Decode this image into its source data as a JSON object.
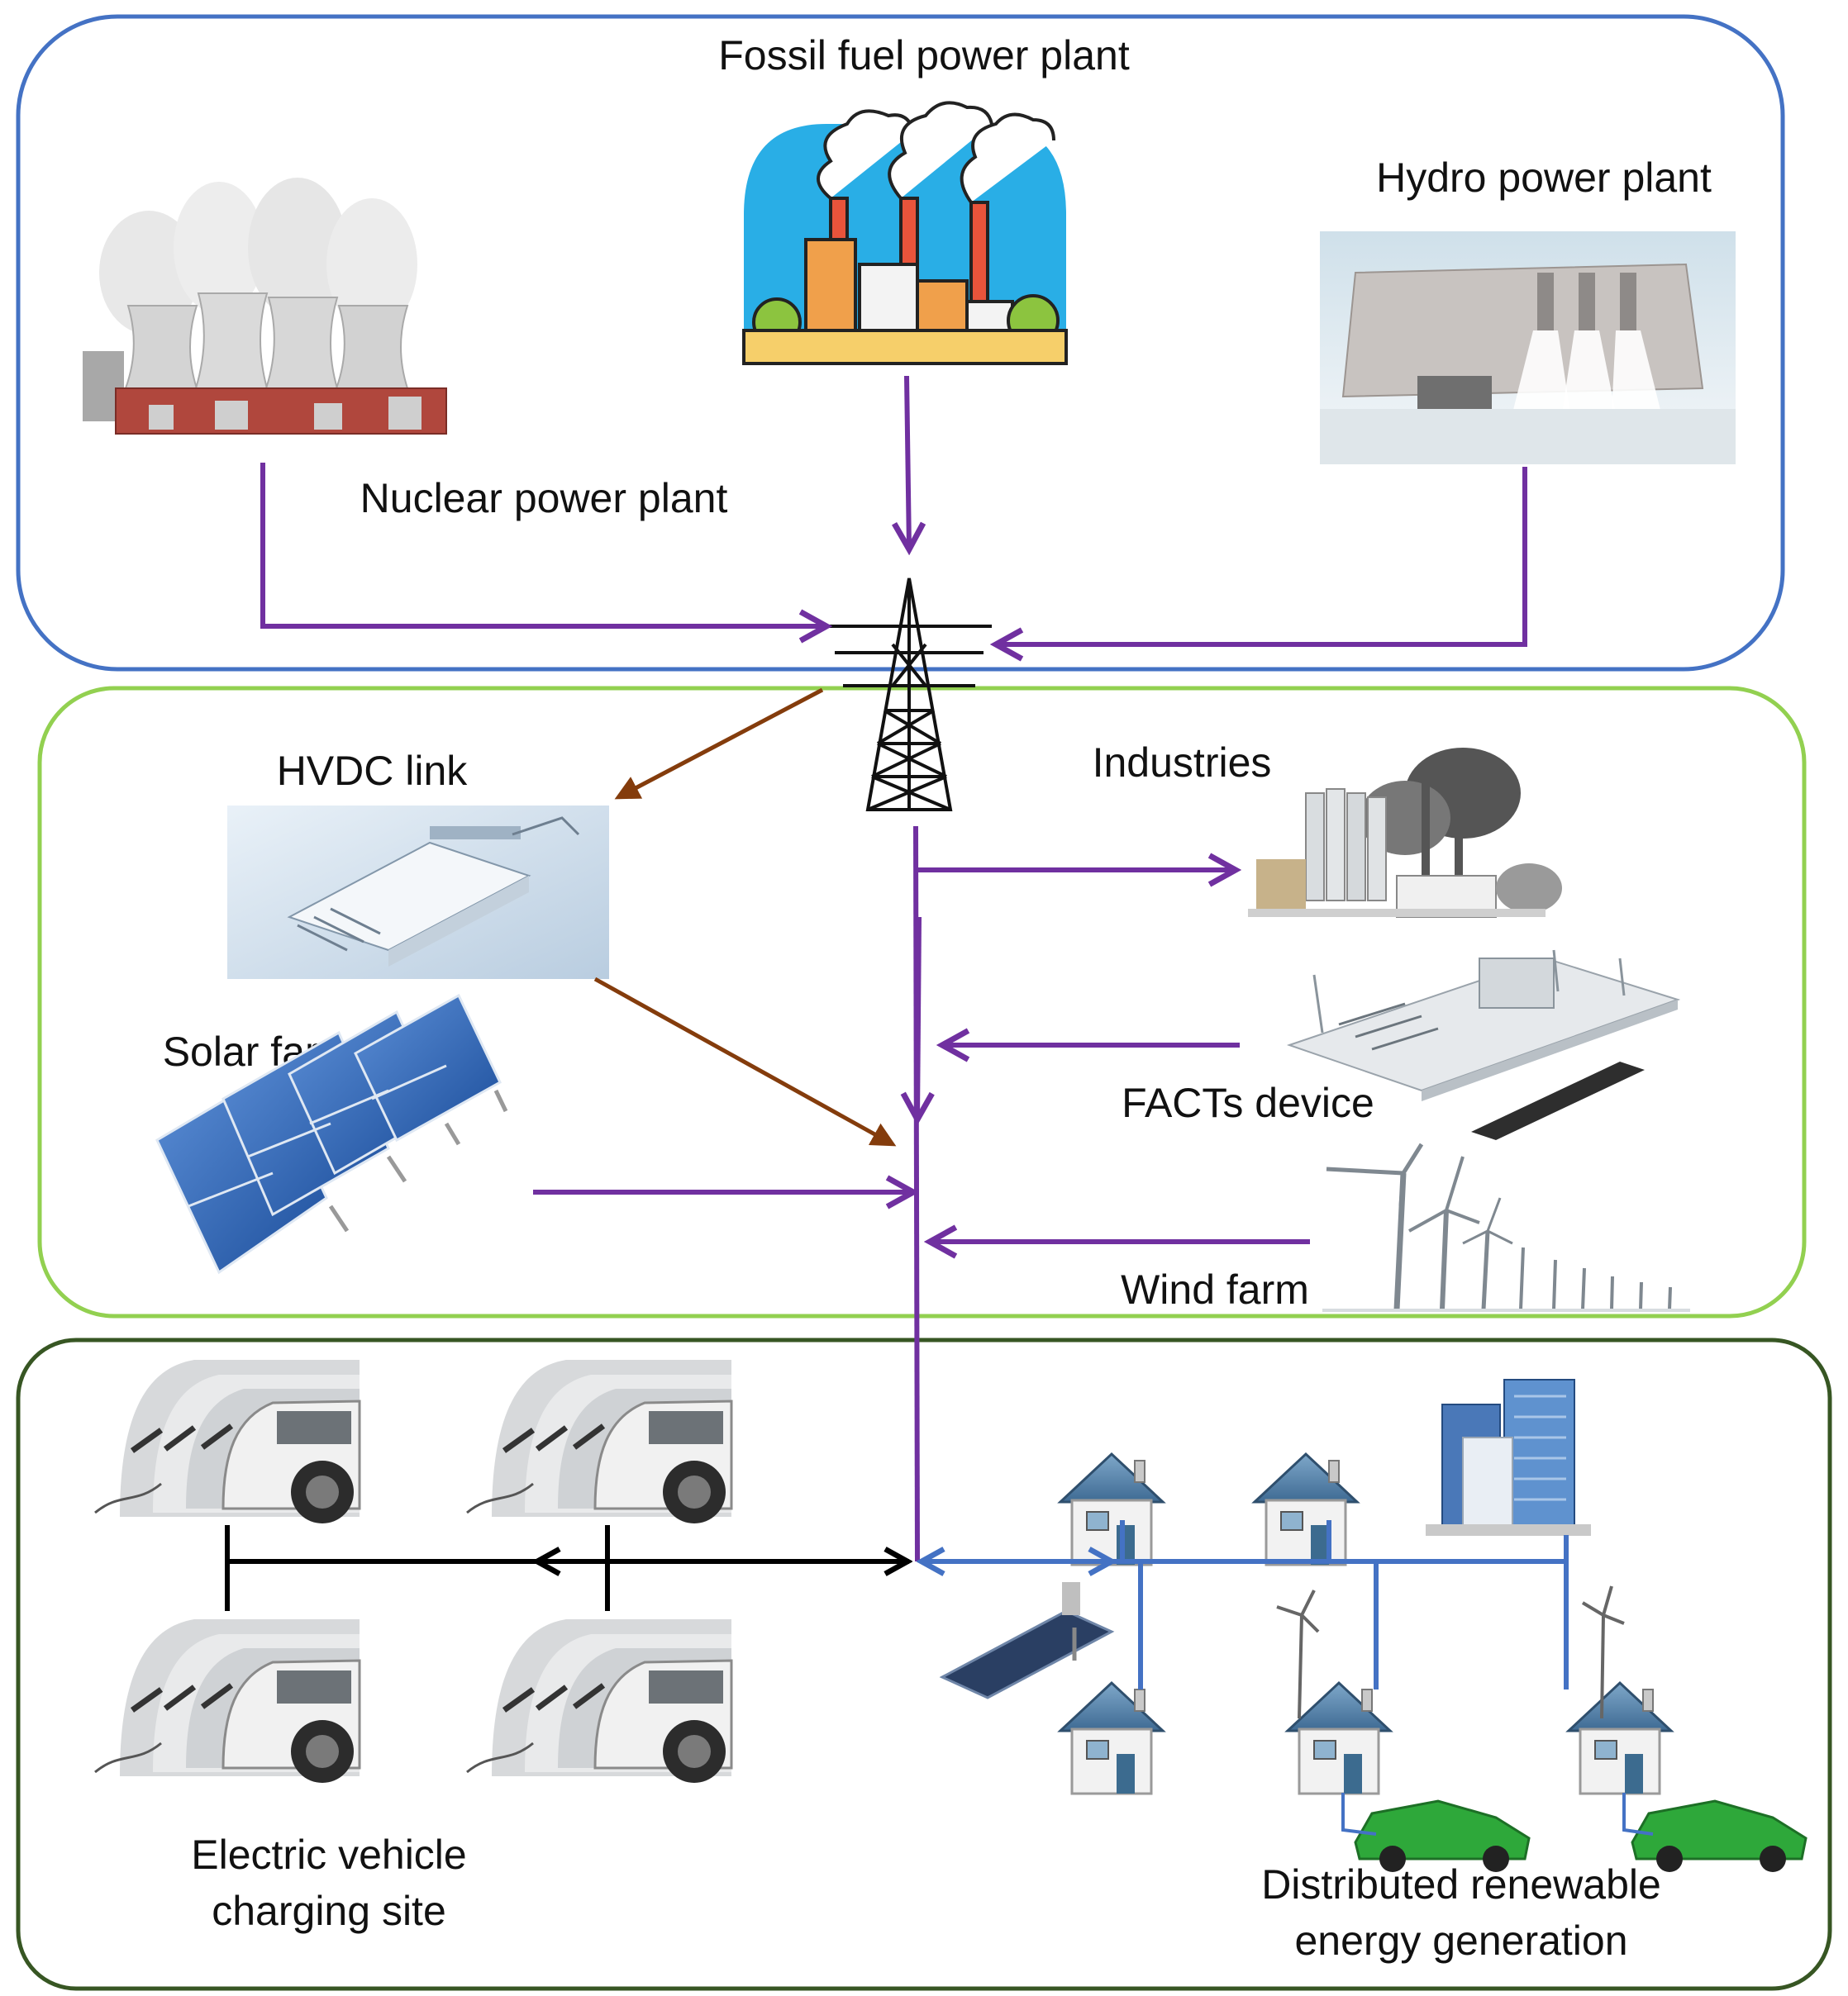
{
  "labels": {
    "fossil": "Fossil fuel power plant",
    "hydro": "Hydro power plant",
    "nuclear": "Nuclear power plant",
    "hvdc": "HVDC link",
    "industries": "Industries",
    "solar_farm": "Solar farm",
    "facts": "FACTs device",
    "wind_farm": "Wind farm",
    "ev_line1": "Electric vehicle",
    "ev_line2": "charging site",
    "dre_line1": "Distributed renewable",
    "dre_line2": "energy generation"
  },
  "colors": {
    "generation_border": "#4472c4",
    "transmission_border": "#92d050",
    "distribution_border": "#375623",
    "power_flow": "#7030a0",
    "hvdc_flow": "#843c0c",
    "ev_flow": "#000000",
    "distribution_flow": "#4472c4"
  },
  "icons": {
    "fossil": "fossil-fuel-plant-illustration",
    "hydro": "hydro-dam-photo",
    "nuclear": "nuclear-cooling-towers-photo",
    "tower": "transmission-tower-icon",
    "hvdc": "hvdc-converter-station",
    "industries": "industrial-plant",
    "facts": "facts-substation",
    "solar_farm": "solar-panel-array",
    "wind_farm": "wind-turbines",
    "ev": "ev-charging-cars-photo",
    "house": "house-icon",
    "building": "office-towers",
    "green_car": "green-electric-car"
  }
}
